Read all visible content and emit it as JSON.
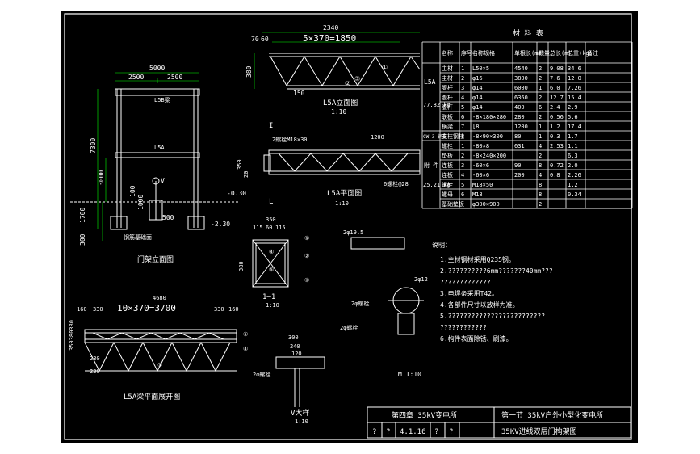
{
  "colors": {
    "bg": "#000000",
    "line": "#ffffff",
    "dim": "#00ff00",
    "note": "#ffff00",
    "text": "#ffffff"
  },
  "frame_view": {
    "title": "门架立面图",
    "dim_top": "5000",
    "dim_sub_left": "2500",
    "dim_sub_right": "2500",
    "beam_label": "L5B梁",
    "beam2_label": "L5A",
    "height_total": "7300",
    "height_mid": "3000",
    "height_low": "1700",
    "height_base": "300",
    "h_100": "100",
    "h_1000": "1000",
    "v_mark": "V",
    "level_neg030": "-0.30",
    "level_neg230": "-2.30",
    "w_500": "500",
    "base_label": "钢筋基础面"
  },
  "truss_a": {
    "title": "L5A立面图",
    "scale": "1:10",
    "dim_total": "2340",
    "dim_spaces": "5×370=1850",
    "dim_70": "70",
    "dim_60": "60",
    "dim_380": "380",
    "dim_150": "150",
    "c1": "①",
    "c2": "②",
    "c3": "③"
  },
  "truss_plan": {
    "title": "L5A平面图",
    "scale": "1:10",
    "d1": "2螺栓M18×30",
    "d2": "1200",
    "d3": "350",
    "d4": "6螺栓@28",
    "d5": "20",
    "sec_mark": "I",
    "sec_mark2": "L"
  },
  "section": {
    "title": "1—1",
    "scale": "1:10",
    "d_w": "350",
    "d_115a": "115",
    "d_60": "60",
    "d_115b": "115",
    "d_380": "380",
    "c1": "①",
    "c2": "②",
    "c3": "③",
    "c4": "④",
    "c5": "⑤"
  },
  "bottom_plan": {
    "title": "L5A梁平面展开图",
    "d_total": "4680",
    "d_spaces": "10×370=3700",
    "d_160a": "160",
    "d_330a": "330",
    "d_330b": "330",
    "d_160b": "160",
    "d_230a": "230",
    "d_230b": "230",
    "d_side": "350380380",
    "c1": "①",
    "c4": "④",
    "c5": "⑤"
  },
  "v_detail": {
    "title": "V大样",
    "scale": "1:10",
    "d_300": "300",
    "d_240": "240",
    "d_120": "120",
    "d_weld": "2φ螺栓"
  },
  "clamp_detail": {
    "title": "M 1:10",
    "d_top": "2φ12",
    "d_side1": "2φ螺栓",
    "d_side2": "2φ螺栓",
    "d_top2": "2φ19.5"
  },
  "notes": {
    "heading": "说明：",
    "items": [
      "1.主材钢材采用Q235钢。",
      "2.??????????6mm???????40mm???",
      "  ?????????????",
      "3.电焊条采用T42。",
      "4.各部件尺寸以放样为准。",
      "5.?????????????????????????",
      "  ????????????",
      "6.构件表面除锈、刷漆。"
    ]
  },
  "material_table": {
    "title": "材 料 表",
    "headers": [
      "",
      "名称",
      "序号",
      "名称规格",
      "单根长(mm)",
      "数量",
      "总长(m)",
      "总重(kg)",
      "备注"
    ],
    "group1_label": "L5A",
    "group1_weight": "77.82 kg",
    "group2_label": "CW-3 钢柱",
    "group3_label": "附 件",
    "group3_weight": "25.21 kg",
    "rows": [
      [
        "主材",
        "1",
        "L50×5",
        "4540",
        "2",
        "9.08",
        "34.6",
        ""
      ],
      [
        "主材",
        "2",
        "φ16",
        "3800",
        "2",
        "7.6",
        "12.0",
        ""
      ],
      [
        "腹杆",
        "3",
        "φ14",
        "6000",
        "1",
        "6.0",
        "7.26",
        ""
      ],
      [
        "腹杆",
        "4",
        "φ14",
        "6360",
        "2",
        "12.7",
        "15.4",
        ""
      ],
      [
        "腹杆",
        "5",
        "φ14",
        "400",
        "6",
        "2.4",
        "2.9",
        ""
      ],
      [
        "联板",
        "6",
        "-8×180×280",
        "280",
        "2",
        "0.56",
        "5.6",
        ""
      ],
      [
        "横梁",
        "7",
        "[8",
        "1200",
        "1",
        "1.2",
        "17.4",
        ""
      ],
      [
        "支柱钢柱",
        "8",
        "-8×90×300",
        "80",
        "1",
        "0.3",
        "1.7",
        ""
      ],
      [
        "螺栓",
        "1",
        "-80×8",
        "631",
        "4",
        "2.53",
        "1.1",
        ""
      ],
      [
        "垫板",
        "2",
        "-8×240×200",
        "",
        "2",
        "",
        "6.3",
        ""
      ],
      [
        "连板",
        "3",
        "-60×6",
        "90",
        "8",
        "0.72",
        "2.0",
        ""
      ],
      [
        "连板",
        "4",
        "-60×6",
        "200",
        "4",
        "0.8",
        "2.26",
        ""
      ],
      [
        "螺栓",
        "5",
        "M18×50",
        "",
        "8",
        "",
        "1.2",
        ""
      ],
      [
        "螺母",
        "6",
        "M18",
        "",
        "8",
        "",
        "0.34",
        ""
      ],
      [
        "基础垫板",
        "",
        "φ300×900",
        "",
        "2",
        "",
        "",
        ""
      ]
    ]
  },
  "title_block": {
    "chapter": "第四章  35kV变电所",
    "section": "第一节  35kV户外小型化变电所",
    "q1": "?",
    "q2": "?",
    "drawing_no": "4.1.16",
    "q3": "?",
    "q4": "?",
    "drawing_title": "35KV进线双层门构架图"
  }
}
